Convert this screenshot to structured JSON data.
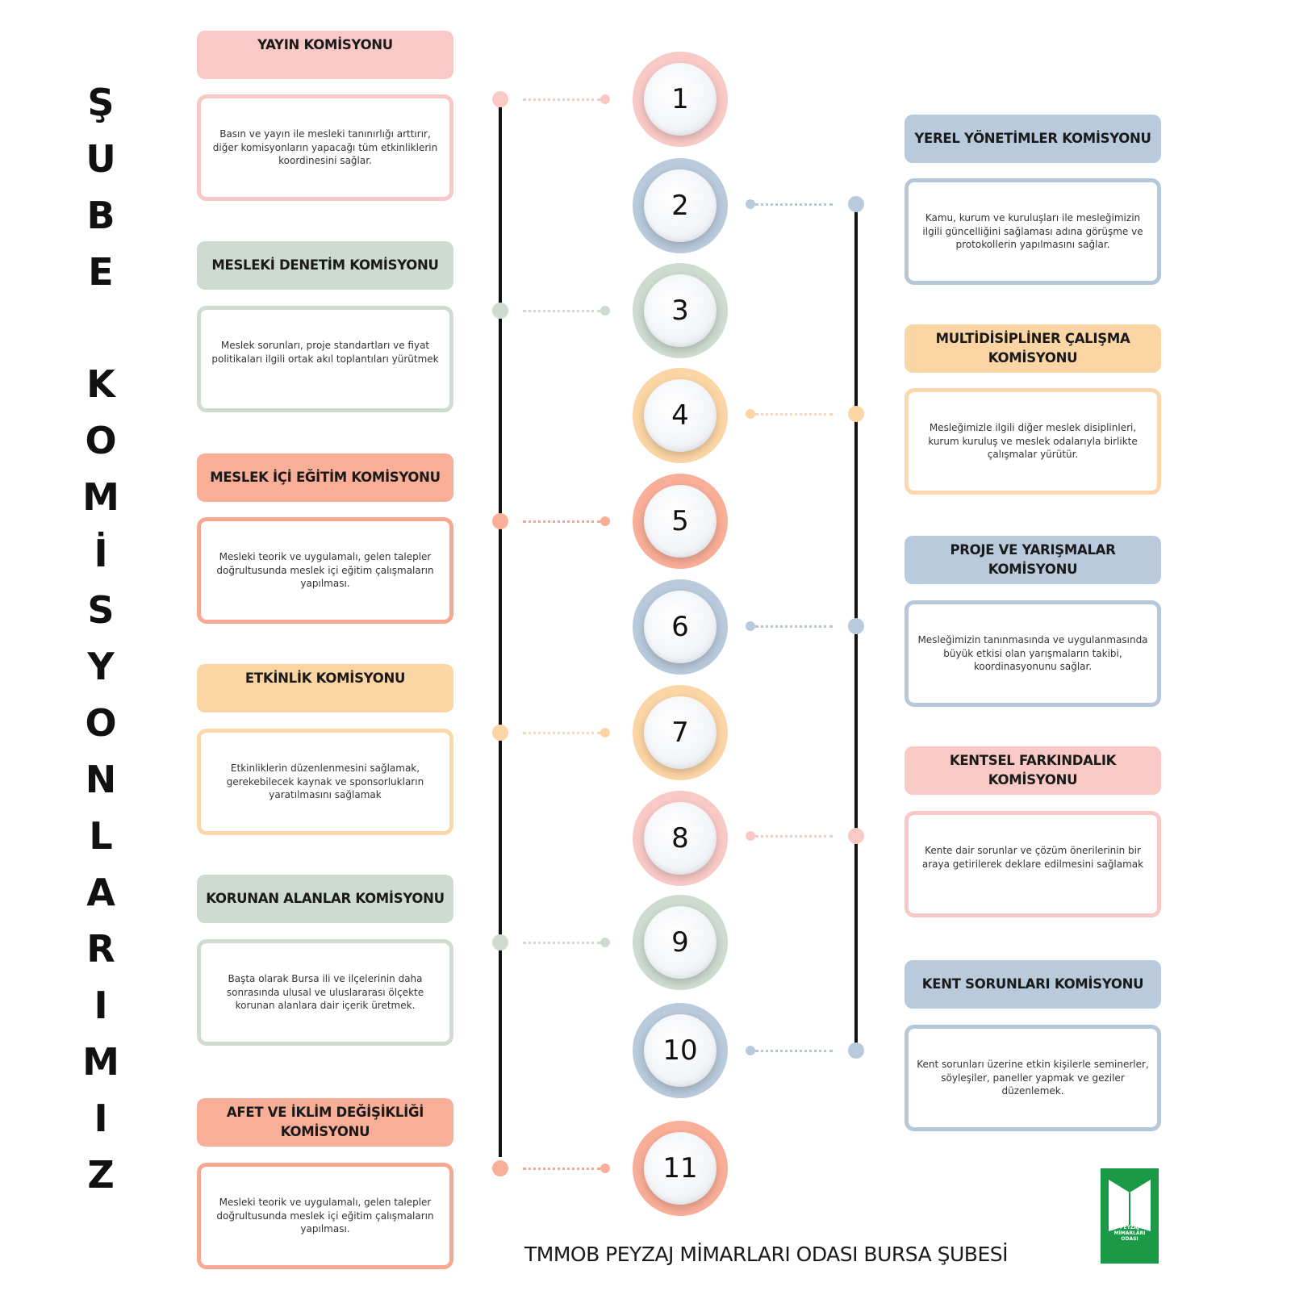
{
  "vertical_title": {
    "word1": [
      "Ş",
      "U",
      "B",
      "E"
    ],
    "word2": [
      "K",
      "O",
      "M",
      "İ",
      "S",
      "Y",
      "O",
      "N",
      "L",
      "A",
      "R",
      "I",
      "M",
      "I",
      "Z"
    ]
  },
  "colors": {
    "pink": "#f9c9c6",
    "pink_border": "#f7c8c5",
    "green": "#cddbd0",
    "green_border": "#cfdcd2",
    "salmon": "#f9ae98",
    "salmon_border": "#f8a891",
    "peach": "#fcd5a4",
    "peach_border": "#fcd7ab",
    "blue": "#b8cadb",
    "blue_border": "#b5c7d8",
    "dark_line": "#111111",
    "logo_green": "#1a9a46"
  },
  "left_commissions": [
    {
      "number": "1",
      "title": "YAYIN KOMİSYONU",
      "description": "Basın ve yayın ile mesleki tanınırlığı arttırır, diğer komisyonların yapacağı tüm etkinliklerin koordinesini sağlar.",
      "color": "pink"
    },
    {
      "number": "3",
      "title": "MESLEKİ DENETİM KOMİSYONU",
      "description": "Meslek sorunları, proje standartları ve fiyat politikaları ilgili ortak akıl toplantıları yürütmek",
      "color": "green"
    },
    {
      "number": "5",
      "title": "MESLEK İÇİ EĞİTİM KOMİSYONU",
      "description": "Mesleki teorik ve uygulamalı, gelen talepler doğrultusunda meslek içi eğitim çalışmaların yapılması.",
      "color": "salmon"
    },
    {
      "number": "7",
      "title": "ETKİNLİK KOMİSYONU",
      "description": "Etkinliklerin düzenlenmesini sağlamak, gerekebilecek kaynak ve sponsorlukların yaratılmasını sağlamak",
      "color": "peach"
    },
    {
      "number": "9",
      "title": "KORUNAN ALANLAR KOMİSYONU",
      "description": "Başta olarak Bursa ili ve ilçelerinin daha sonrasında ulusal ve uluslararası ölçekte korunan alanlara dair içerik üretmek.",
      "color": "green"
    },
    {
      "number": "11",
      "title": "AFET VE İKLİM DEĞİŞİKLİĞİ KOMİSYONU",
      "description": "Mesleki teorik ve uygulamalı, gelen talepler doğrultusunda meslek içi eğitim çalışmaların yapılması.",
      "color": "salmon"
    }
  ],
  "right_commissions": [
    {
      "number": "2",
      "title": "YEREL YÖNETİMLER KOMİSYONU",
      "description": "Kamu, kurum ve kuruluşları ile mesleğimizin ilgili güncelliğini sağlaması adına görüşme ve protokollerin yapılmasını sağlar.",
      "color": "blue"
    },
    {
      "number": "4",
      "title": "MULTİDİSİPLİNER ÇALIŞMA KOMİSYONU",
      "description": "Mesleğimizle ilgili diğer meslek disiplinleri, kurum kuruluş ve meslek odalarıyla birlikte çalışmalar yürütür.",
      "color": "peach"
    },
    {
      "number": "6",
      "title": "PROJE VE YARIŞMALAR KOMİSYONU",
      "description": "Mesleğimizin tanınmasında ve uygulanmasında büyük etkisi olan yarışmaların takibi, koordinasyonunu sağlar.",
      "color": "blue"
    },
    {
      "number": "8",
      "title": "KENTSEL FARKINDALIK KOMİSYONU",
      "description": "Kente dair sorunlar ve çözüm önerilerinin bir araya getirilerek deklare edilmesini sağlamak",
      "color": "pink"
    },
    {
      "number": "10",
      "title": "KENT SORUNLARI KOMİSYONU",
      "description": "Kent sorunları üzerine etkin kişilerle seminerler, söyleşiler, paneller yapmak ve geziler düzenlemek.",
      "color": "blue"
    }
  ],
  "footer": {
    "text": "TMMOB PEYZAJ MİMARLARI ODASI BURSA ŞUBESİ"
  },
  "logo": {
    "line1": "PEYZAJ",
    "line2": "MİMARLARI",
    "line3": "ODASI",
    "icon": "tmmob-logo-icon"
  }
}
